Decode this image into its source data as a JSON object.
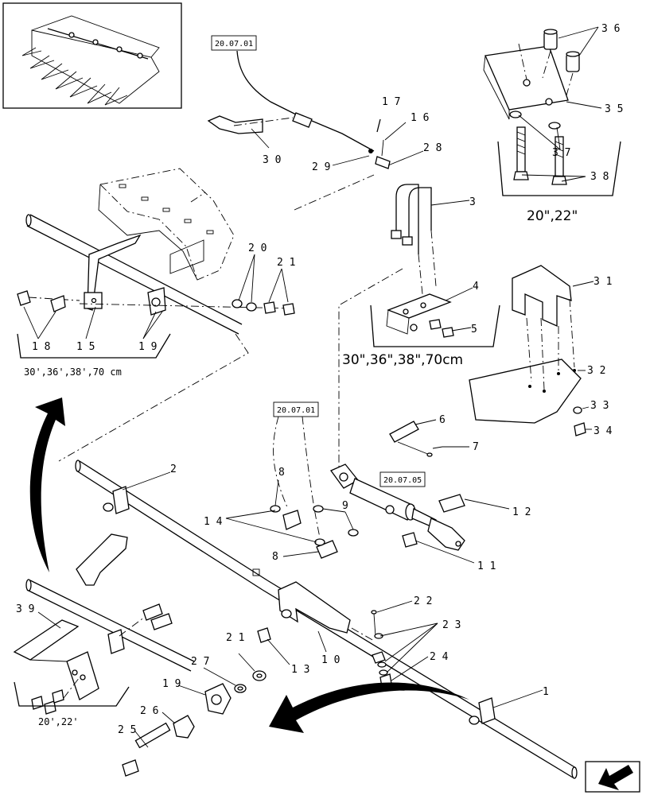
{
  "ref_codes": [
    "20.07.01",
    "20.07.01",
    "20.07.05"
  ],
  "group_labels": {
    "opt_20_22_top": "20\",22\"",
    "opt_30_36_38": "30\",36\",38\",70cm",
    "opt_left": "30',36',38',70 cm",
    "opt_bottom": "20',22'"
  },
  "part_numbers": [
    "36",
    "35",
    "37",
    "38",
    "17",
    "16",
    "28",
    "29",
    "30",
    "3",
    "4",
    "5",
    "31",
    "32",
    "33",
    "34",
    "20",
    "21",
    "18",
    "15",
    "19",
    "6",
    "7",
    "8",
    "9",
    "12",
    "14",
    "8",
    "11",
    "2",
    "22",
    "23",
    "24",
    "10",
    "13",
    "39",
    "21",
    "27",
    "19",
    "26",
    "25",
    "1"
  ]
}
